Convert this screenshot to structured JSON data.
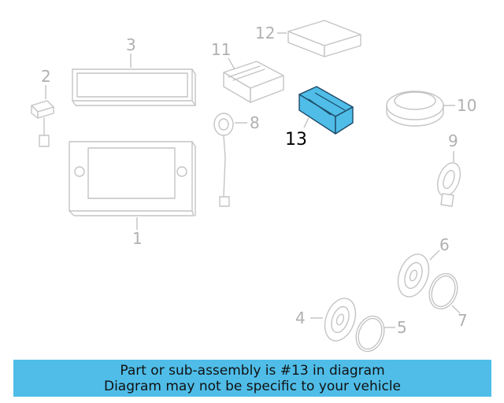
{
  "callouts": {
    "c1": "1",
    "c2": "2",
    "c3": "3",
    "c4": "4",
    "c5": "5",
    "c6": "6",
    "c7": "7",
    "c8": "8",
    "c9": "9",
    "c10": "10",
    "c11": "11",
    "c12": "12",
    "c13": "13"
  },
  "colors": {
    "highlight": "#4fbde8",
    "banner": "#4fbde8",
    "part_stroke": "#c4c4c4"
  },
  "banner": {
    "line1": "Part or sub-assembly is #13 in diagram",
    "line2": "Diagram may not be specific to your vehicle"
  }
}
